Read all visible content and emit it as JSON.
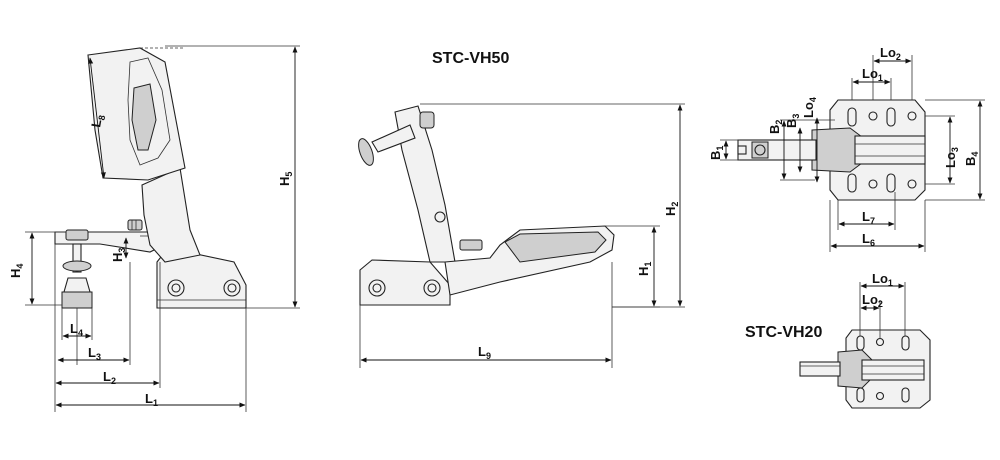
{
  "titles": {
    "main": "STC-VH50",
    "small": "STC-VH20"
  },
  "dims": {
    "L1": {
      "base": "L",
      "sub": "1"
    },
    "L2": {
      "base": "L",
      "sub": "2"
    },
    "L3": {
      "base": "L",
      "sub": "3"
    },
    "L4": {
      "base": "L",
      "sub": "4"
    },
    "L6": {
      "base": "L",
      "sub": "6"
    },
    "L7": {
      "base": "L",
      "sub": "7"
    },
    "L8": {
      "base": "L",
      "sub": "8"
    },
    "L9": {
      "base": "L",
      "sub": "9"
    },
    "H1": {
      "base": "H",
      "sub": "1"
    },
    "H2": {
      "base": "H",
      "sub": "2"
    },
    "H3": {
      "base": "H",
      "sub": "3"
    },
    "H4": {
      "base": "H",
      "sub": "4"
    },
    "H5": {
      "base": "H",
      "sub": "5"
    },
    "B1": {
      "base": "B",
      "sub": "1"
    },
    "B2": {
      "base": "B",
      "sub": "2"
    },
    "B3": {
      "base": "B",
      "sub": "3"
    },
    "B4": {
      "base": "B",
      "sub": "4"
    },
    "Lo1": {
      "base": "Lo",
      "sub": "1"
    },
    "Lo2": {
      "base": "Lo",
      "sub": "2"
    },
    "Lo3": {
      "base": "Lo",
      "sub": "3"
    },
    "Lo4": {
      "base": "Lo",
      "sub": "4"
    },
    "Lo1s": {
      "base": "Lo",
      "sub": "1"
    },
    "Lo2s": {
      "base": "Lo",
      "sub": "2"
    }
  }
}
